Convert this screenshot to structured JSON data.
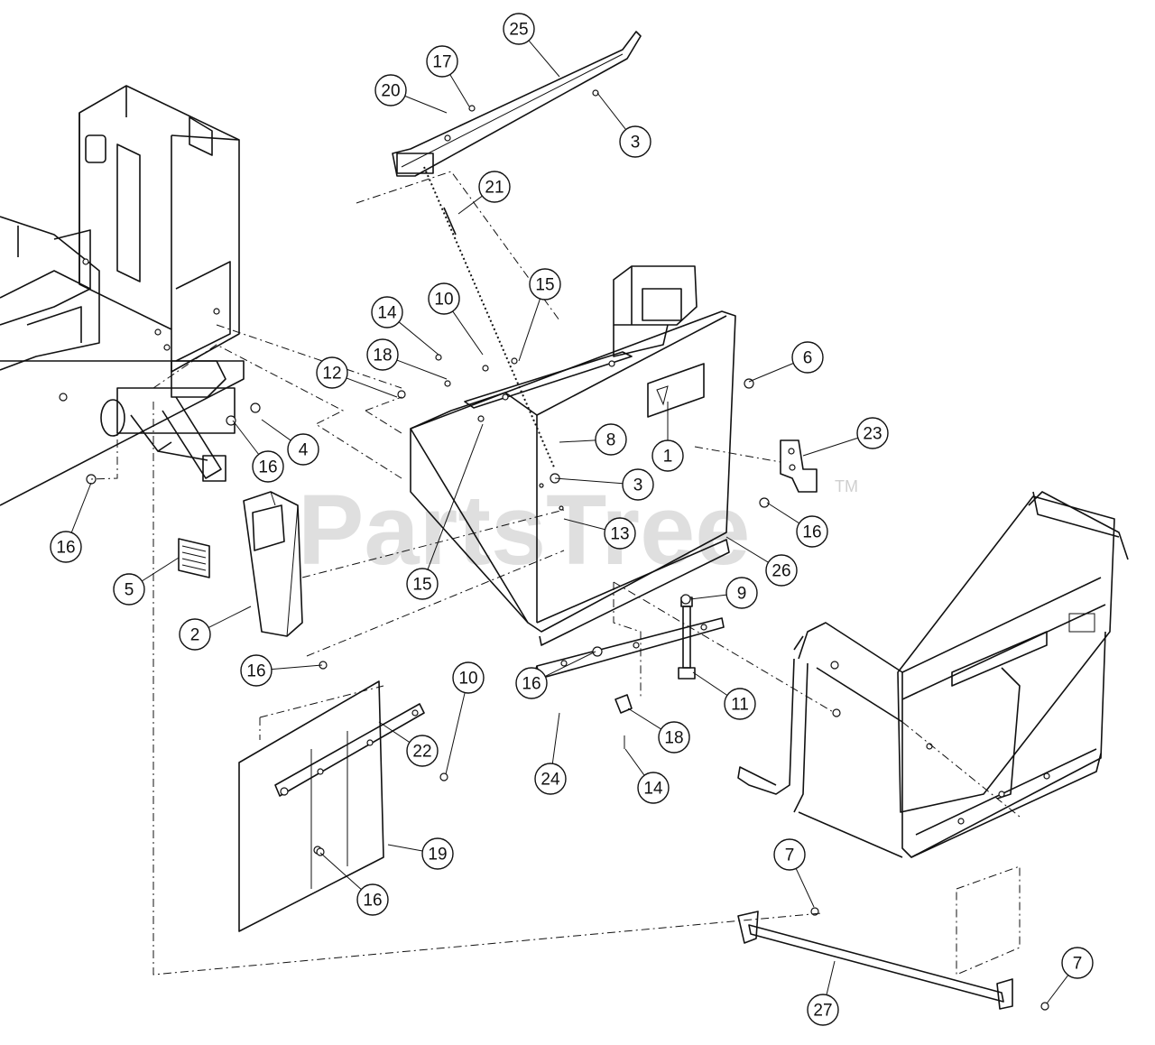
{
  "watermark": {
    "text": "PartsTree",
    "trademark": "TM"
  },
  "callouts": [
    {
      "id": "c25",
      "label": "25"
    },
    {
      "id": "c17",
      "label": "17"
    },
    {
      "id": "c20",
      "label": "20"
    },
    {
      "id": "c3a",
      "label": "3"
    },
    {
      "id": "c21",
      "label": "21"
    },
    {
      "id": "c15a",
      "label": "15"
    },
    {
      "id": "c10a",
      "label": "10"
    },
    {
      "id": "c14a",
      "label": "14"
    },
    {
      "id": "c18a",
      "label": "18"
    },
    {
      "id": "c12",
      "label": "12"
    },
    {
      "id": "c6",
      "label": "6"
    },
    {
      "id": "c8",
      "label": "8"
    },
    {
      "id": "c1",
      "label": "1"
    },
    {
      "id": "c23",
      "label": "23"
    },
    {
      "id": "c4",
      "label": "4"
    },
    {
      "id": "c16a",
      "label": "16"
    },
    {
      "id": "c3b",
      "label": "3"
    },
    {
      "id": "c16b",
      "label": "16"
    },
    {
      "id": "c13",
      "label": "13"
    },
    {
      "id": "c16c",
      "label": "16"
    },
    {
      "id": "c5",
      "label": "5"
    },
    {
      "id": "c15b",
      "label": "15"
    },
    {
      "id": "c26",
      "label": "26"
    },
    {
      "id": "c9",
      "label": "9"
    },
    {
      "id": "c2",
      "label": "2"
    },
    {
      "id": "c16d",
      "label": "16"
    },
    {
      "id": "c10b",
      "label": "10"
    },
    {
      "id": "c16e",
      "label": "16"
    },
    {
      "id": "c11",
      "label": "11"
    },
    {
      "id": "c18b",
      "label": "18"
    },
    {
      "id": "c22",
      "label": "22"
    },
    {
      "id": "c24",
      "label": "24"
    },
    {
      "id": "c14b",
      "label": "14"
    },
    {
      "id": "c19",
      "label": "19"
    },
    {
      "id": "c16f",
      "label": "16"
    },
    {
      "id": "c7a",
      "label": "7"
    },
    {
      "id": "c7b",
      "label": "7"
    },
    {
      "id": "c27",
      "label": "27"
    }
  ]
}
